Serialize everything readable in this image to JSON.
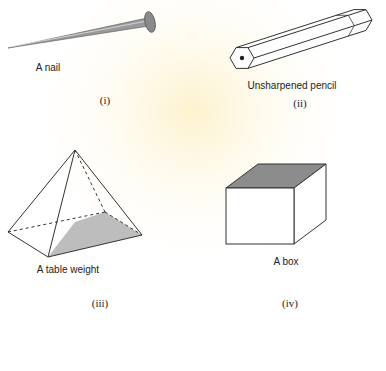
{
  "diagram": {
    "labels": [
      "A nail",
      "(i)",
      "Unsharpened pencil",
      "(ii)",
      "A table weight",
      "(iii)",
      "A box",
      "(iv)"
    ]
  }
}
